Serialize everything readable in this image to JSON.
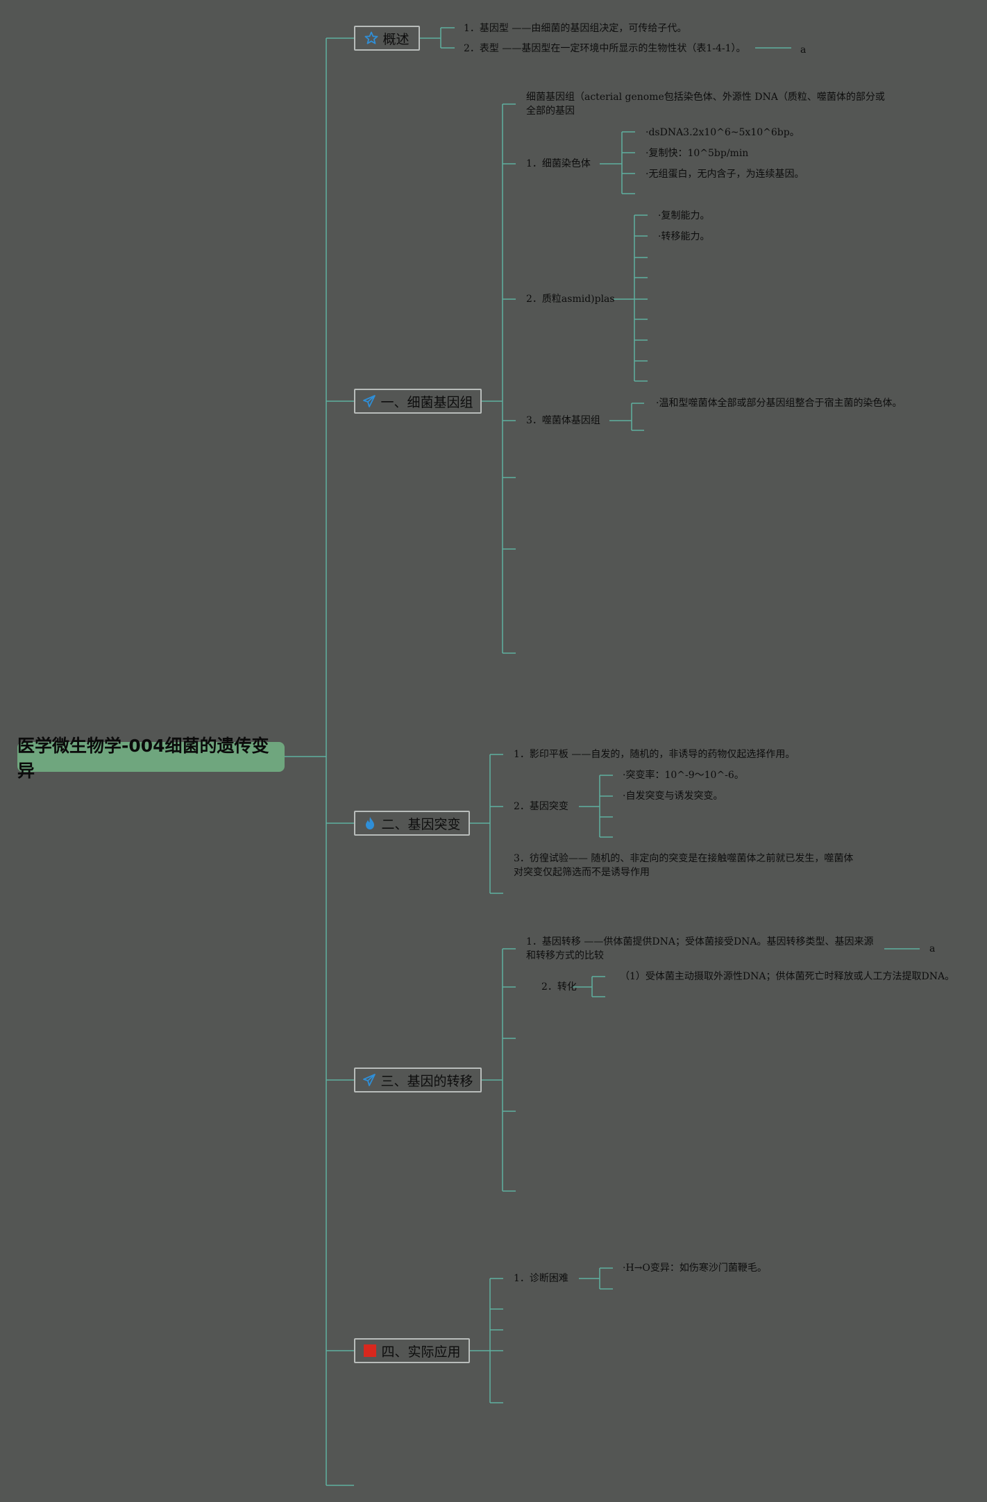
{
  "root": {
    "title": "医学微生物学-004细菌的遗传变异"
  },
  "sections": [
    {
      "label": "概述",
      "icon": "star-icon",
      "items": [
        "1．基因型 ——由细菌的基因组决定，可传给子代。",
        "2．表型 ——基因型在一定环境中所显示的生物性状（表1-4-1）。"
      ],
      "note": "a"
    },
    {
      "label": "一、细菌基因组",
      "icon": "paper-plane-icon",
      "intro": [
        "细菌基因组（acterial genome包括染色体、外源性 DNA（质粒、噬菌体的部分或",
        "全部的基因"
      ],
      "chromosome": {
        "label": "1．细菌染色体",
        "items": [
          "·dsDNA3.2x10^6~5x10^6bp。",
          "·复制快：10^5bp/min",
          "·无组蛋白，无内含子，为连续基因。"
        ]
      },
      "plasmid": {
        "label": "2．质粒asmid)plas",
        "items": [
          "·复制能力。",
          "·转移能力。"
        ]
      },
      "phage": {
        "label": "3．噬菌体基因组",
        "items": [
          "·温和型噬菌体全部或部分基因组整合于宿主菌的染色体。"
        ]
      }
    },
    {
      "label": "二、基因突变",
      "icon": "flame-icon",
      "replica": "1．影印平板 ——自发的，随机的，非诱导的药物仅起选择作用。",
      "mutation": {
        "label": "2．基因突变",
        "items": [
          "·突变率：10^-9～10^-6。",
          "·自发突变与诱发突变。"
        ]
      },
      "fluctuation": [
        "3．彷徨试验—— 随机的、非定向的突变是在接触噬菌体之前就已发生，噬菌体",
        "对突变仅起筛选而不是诱导作用"
      ]
    },
    {
      "label": "三、基因的转移",
      "icon": "paper-plane-icon",
      "transfer": [
        "1．基因转移 ——供体菌提供DNA；受体菌接受DNA。基因转移类型、基因来源",
        "和转移方式的比较"
      ],
      "transfer_note": "a",
      "transformation": {
        "label": "2．转化",
        "items": [
          "（1）受体菌主动摄取外源性DNA；供体菌死亡时释放或人工方法提取DNA。"
        ]
      }
    },
    {
      "label": "四、实际应用",
      "icon": "red-square-icon",
      "diagnosis": {
        "label": "1．诊断困难",
        "items": [
          "·H→O变异：如伤寒沙门菌鞭毛。"
        ]
      }
    }
  ],
  "colors": {
    "background": "#545654",
    "line": "#5fb0a0",
    "root_fill": "#6fa67e",
    "node_border": "#b9bdbb",
    "icon_blue": "#2f8fd8",
    "icon_red": "#d8281e"
  }
}
